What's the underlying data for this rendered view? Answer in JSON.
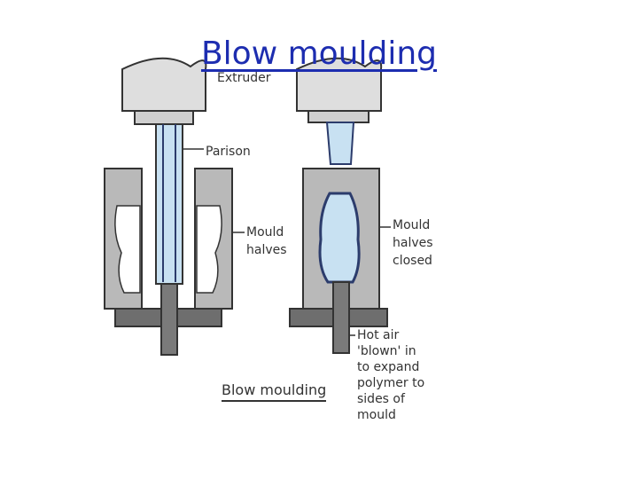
{
  "slide": {
    "title": "Blow moulding"
  },
  "diagram": {
    "labels": {
      "extruder": "Extruder",
      "parison": "Parison",
      "mould_halves_1": "Mould",
      "mould_halves_2": "halves",
      "closed_1": "Mould",
      "closed_2": "halves",
      "closed_3": "closed",
      "air_1": "Hot air",
      "air_2": "'blown' in",
      "air_3": "to expand",
      "air_4": "polymer to",
      "air_5": "sides of",
      "air_6": "mould",
      "caption": "Blow moulding"
    }
  },
  "colors": {
    "title": "#1d2db0",
    "mould": "#b9b9b9",
    "extruder": "#dedede",
    "plastic": "#c8e1f2",
    "outline": "#2c3c6c"
  }
}
